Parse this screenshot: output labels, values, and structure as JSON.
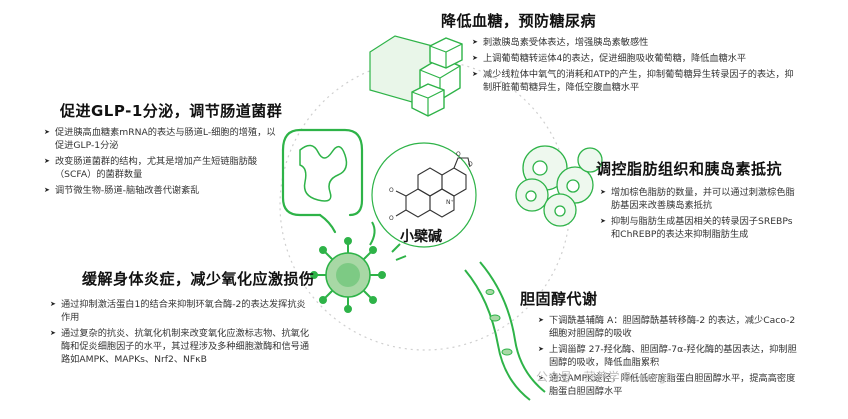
{
  "center": {
    "label": "小檗碱"
  },
  "sections": {
    "top": {
      "title": "降低血糖，预防糖尿病",
      "bullets": [
        "刺激胰岛素受体表达，增强胰岛素敏感性",
        "上调葡萄糖转运体4的表达，促进细胞吸收葡萄糖，降低血糖水平",
        "减少线粒体中氧气的消耗和ATP的产生，抑制葡萄糖异生转录因子的表达，抑制肝脏葡萄糖异生，降低空腹血糖水平"
      ]
    },
    "left": {
      "title": "促进GLP-1分泌，调节肠道菌群",
      "bullets": [
        "促进胰高血糖素mRNA的表达与肠道L-细胞的增殖，以促进GLP-1分泌",
        "改变肠道菌群的结构，尤其是增加产生短链脂肪酸（SCFA）的菌群数量",
        "调节微生物-肠道-脑轴改善代谢紊乱"
      ]
    },
    "right": {
      "title": "调控脂肪组织和胰岛素抵抗",
      "bullets": [
        "增加棕色脂肪的数量，并可以通过刺激棕色脂肪基因来改善胰岛素抵抗",
        "抑制与脂肪生成基因相关的转录因子SREBPs和ChREBP的表达来抑制脂肪生成"
      ]
    },
    "bottom_left": {
      "title": "缓解身体炎症，减少氧化应激损伤",
      "bullets": [
        "通过抑制激活蛋白1的结合来抑制环氧合酶-2的表达发挥抗炎作用",
        "通过复杂的抗炎、抗氧化机制来改变氧化应激标志物、抗氧化酶和促炎细胞因子的水平，其过程涉及多种细胞激酶和信号通路如AMPK、MAPKs、Nrf2、NFκB"
      ]
    },
    "bottom_right": {
      "title": "胆固醇代谢",
      "bullets": [
        "下调酰基辅酶 A：胆固醇酰基转移酶-2 的表达，减少Caco-2 细胞对胆固醇的吸收",
        "上调甾醇 27-羟化酶、胆固醇-7α-羟化酶的基因表达，抑制胆固醇的吸收，降低血脂累积",
        "通过AMPK途径，降低低密度脂蛋白胆固醇水平，提高高密度脂蛋白胆固醇水平"
      ]
    }
  },
  "watermark": "公众号 · 营养学 Bonergo",
  "colors": {
    "green": "#2eb348",
    "light_green": "#a8d8a5",
    "circle": "#c8c8c8"
  }
}
